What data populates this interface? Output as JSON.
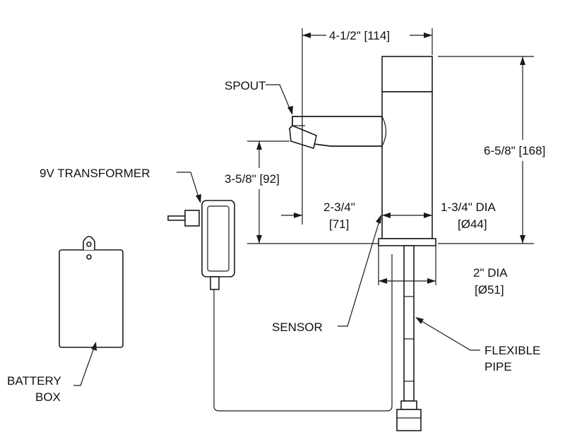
{
  "labels": {
    "spout": "SPOUT",
    "transformer": "9V TRANSFORMER",
    "battery_line1": "BATTERY",
    "battery_line2": "BOX",
    "sensor": "SENSOR",
    "pipe_line1": "FLEXIBLE",
    "pipe_line2": "PIPE"
  },
  "dimensions": {
    "width_top": "4-1/2\" [114]",
    "height_total": "6-5/8\" [168]",
    "spout_height": "3-5/8\" [92]",
    "spout_reach_line1": "2-3/4\"",
    "spout_reach_line2": "[71]",
    "body_dia_line1": "1-3/4\" DIA",
    "body_dia_line2": "[Ø44]",
    "base_dia_line1": "2\" DIA",
    "base_dia_line2": "[Ø51]"
  }
}
